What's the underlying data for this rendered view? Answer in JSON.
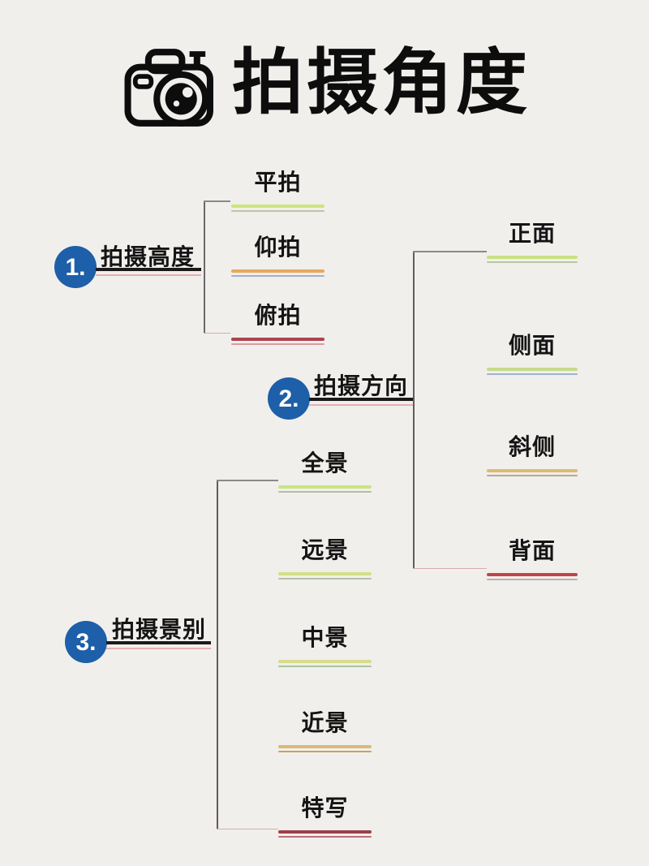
{
  "title": {
    "text": "拍摄角度",
    "icon": "camera-icon"
  },
  "theme": {
    "background": "#f1efec",
    "text_color": "#111111",
    "node_circle_color": "#1d5fa8",
    "node_underline_color": "#1a1a1a",
    "node_underline_accent": "#e6aeb2",
    "connector_color": "#6a6a6a",
    "connector_accent": "#d8abb0"
  },
  "branches": [
    {
      "number": "1.",
      "label": "拍摄高度",
      "children": [
        {
          "label": "平拍",
          "line1": "#cbe57d",
          "line2": "#b9c8a0"
        },
        {
          "label": "仰拍",
          "line1": "#e8a95c",
          "line2": "#9db3d1"
        },
        {
          "label": "俯拍",
          "line1": "#ae434c",
          "line2": "#dc9ba1"
        }
      ]
    },
    {
      "number": "2.",
      "label": "拍摄方向",
      "children": [
        {
          "label": "正面",
          "line1": "#c8e283",
          "line2": "#b7c7a1"
        },
        {
          "label": "侧面",
          "line1": "#c6da8a",
          "line2": "#9fb4d2"
        },
        {
          "label": "斜侧",
          "line1": "#dcbb70",
          "line2": "#b2aa9c"
        },
        {
          "label": "背面",
          "line1": "#c2454c",
          "line2": "#b9b1ad"
        }
      ]
    },
    {
      "number": "3.",
      "label": "拍摄景别",
      "children": [
        {
          "label": "全景",
          "line1": "#c9e483",
          "line2": "#b2bfa4"
        },
        {
          "label": "远景",
          "line1": "#d2df89",
          "line2": "#b6c2a2"
        },
        {
          "label": "中景",
          "line1": "#d5dd8a",
          "line2": "#a9c59b"
        },
        {
          "label": "近景",
          "line1": "#dcb878",
          "line2": "#c4a368"
        },
        {
          "label": "特写",
          "line1": "#9e3f47",
          "line2": "#bb7078"
        }
      ]
    }
  ]
}
